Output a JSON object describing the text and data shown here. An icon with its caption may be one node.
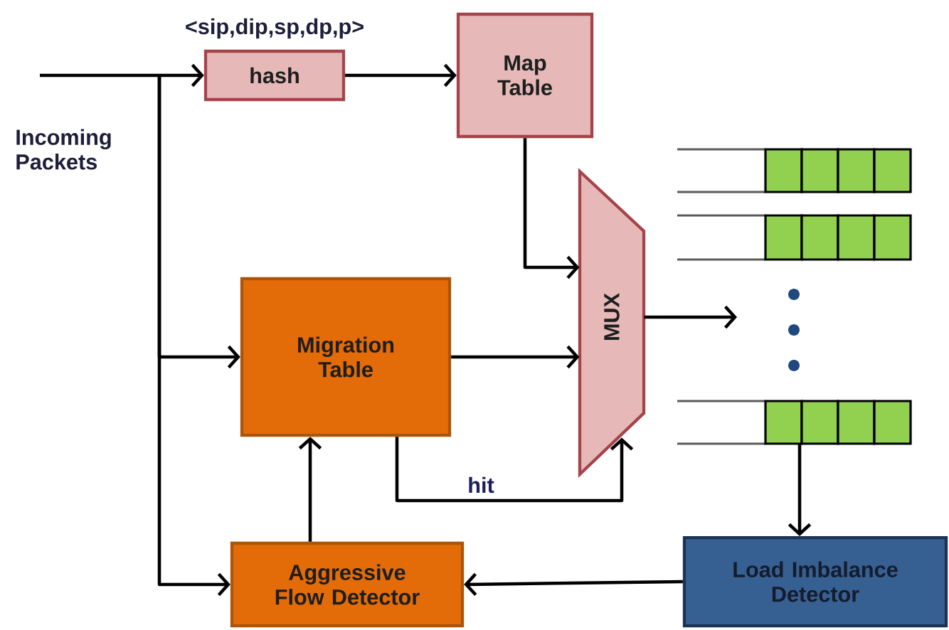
{
  "diagram": {
    "nodes": [
      {
        "text": [
          "hash"
        ],
        "beside": [
          "<sip,dip,sp,dp,p>"
        ]
      },
      {
        "text": [
          "Map Table"
        ]
      },
      {
        "text": [
          "MUX"
        ]
      },
      {
        "text": [
          "Migration Table"
        ]
      },
      {
        "text": [
          "Aggressive Flow Detector"
        ]
      },
      {
        "text": [
          "Load Imbalance Detector"
        ]
      },
      {
        "text": [],
        "shape": "bar"
      },
      {
        "text": [],
        "shape": "bar"
      },
      {
        "text": [],
        "shape": "bar"
      }
    ],
    "edges": [
      {
        "from": null,
        "to": 0,
        "arrow": "to"
      },
      {
        "from": null,
        "to": 3,
        "arrow": "to"
      },
      {
        "from": null,
        "to": 4,
        "arrow": "to"
      },
      {
        "from": 0,
        "to": 1,
        "arrow": "to"
      },
      {
        "from": 1,
        "to": 2,
        "arrow": "to"
      },
      {
        "from": 3,
        "to": 2,
        "arrow": "to"
      },
      {
        "from": 3,
        "to": 2,
        "arrow": "to",
        "label": "hit"
      },
      {
        "from": 4,
        "to": 3,
        "arrow": "to"
      },
      {
        "from": 5,
        "to": 4,
        "arrow": "to"
      },
      {
        "from": 2,
        "to": null,
        "arrow": "to"
      },
      {
        "from": 8,
        "to": 5,
        "arrow": "to"
      }
    ],
    "labels": [
      "Incoming Packets"
    ]
  }
}
